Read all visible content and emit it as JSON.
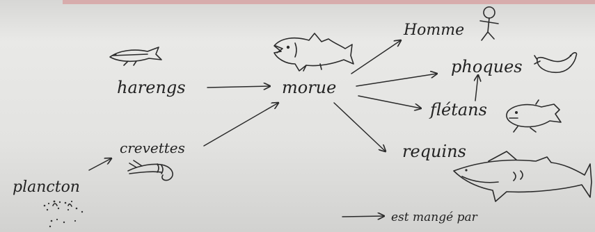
{
  "diagram": {
    "nodes": {
      "plancton": "plancton",
      "crevettes": "crevettes",
      "harengs": "harengs",
      "morue": "morue",
      "homme": "Homme",
      "phoques": "phoques",
      "fletans": "flétans",
      "requins": "requins"
    },
    "legend": {
      "label": "est mangé par"
    },
    "icons": {
      "plancton": "plankton-dots-icon",
      "crevettes": "shrimp-icon",
      "harengs": "herring-icon",
      "morue": "cod-icon",
      "homme": "stick-figure-icon",
      "phoques": "seal-icon",
      "fletans": "halibut-icon",
      "requins": "shark-icon"
    },
    "edges": [
      {
        "from": "plancton",
        "to": "crevettes"
      },
      {
        "from": "crevettes",
        "to": "morue"
      },
      {
        "from": "harengs",
        "to": "morue"
      },
      {
        "from": "morue",
        "to": "homme"
      },
      {
        "from": "morue",
        "to": "phoques"
      },
      {
        "from": "morue",
        "to": "fletans"
      },
      {
        "from": "morue",
        "to": "requins"
      },
      {
        "from": "fletans",
        "to": "phoques"
      }
    ]
  }
}
